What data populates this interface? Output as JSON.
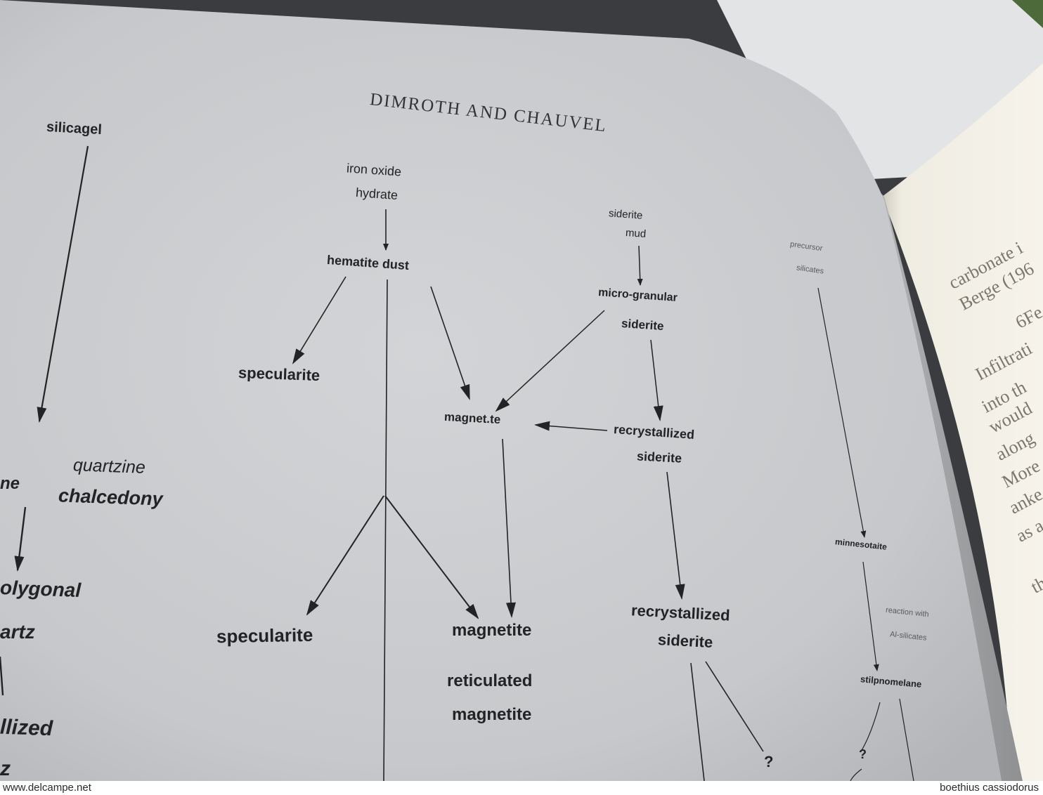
{
  "page": {
    "header": "DIMROTH AND CHAUVEL"
  },
  "diagram": {
    "silica_column": {
      "silicagel": "silicagel",
      "quartzine": "quartzine",
      "chalcedony": "chalcedony",
      "ne_fragment": "ne",
      "polygonal_fragment": "olygonal",
      "quartz_fragment": "artz",
      "crystallized_fragment": "llized",
      "z_fragment": "z"
    },
    "iron_oxide_column": {
      "iron_oxide": "iron oxide",
      "hydrate": "hydrate",
      "hematite_dust": "hematite dust",
      "specularite_upper": "specularite",
      "magnetite_upper": "magnet.te",
      "specularite_lower": "specularite",
      "magnetite_lower": "magnetite",
      "reticulated": "reticulated",
      "reticulated_magnetite": "magnetite"
    },
    "siderite_column": {
      "siderite": "siderite",
      "mud": "mud",
      "micro_granular": "micro-granular",
      "siderite_mg": "siderite",
      "recrystallized_1": "recrystallized",
      "siderite_r1": "siderite",
      "recrystallized_2": "recrystallized",
      "siderite_r2": "siderite",
      "question_mark": "?"
    },
    "silicate_column": {
      "precursor": "precursor",
      "silicates": "silicates",
      "minnesotaite": "minnesotaite",
      "reaction_with": "reaction with",
      "al_silicates": "Al-silicates",
      "stilpnomelane": "stilpnomelane",
      "question_mark": "?"
    }
  },
  "facing_page": {
    "lines": [
      "carbonate i",
      "Berge (196",
      "6Fe",
      "Infiltrati",
      "into th",
      "would",
      "along",
      "More",
      "anke",
      "as a",
      "th"
    ]
  },
  "watermark": {
    "left": "www.delcampe.net",
    "right": "boethius  cassiodorus"
  },
  "colors": {
    "page": "#c9cbce",
    "ink": "#232325",
    "facing_page": "#efece3"
  }
}
